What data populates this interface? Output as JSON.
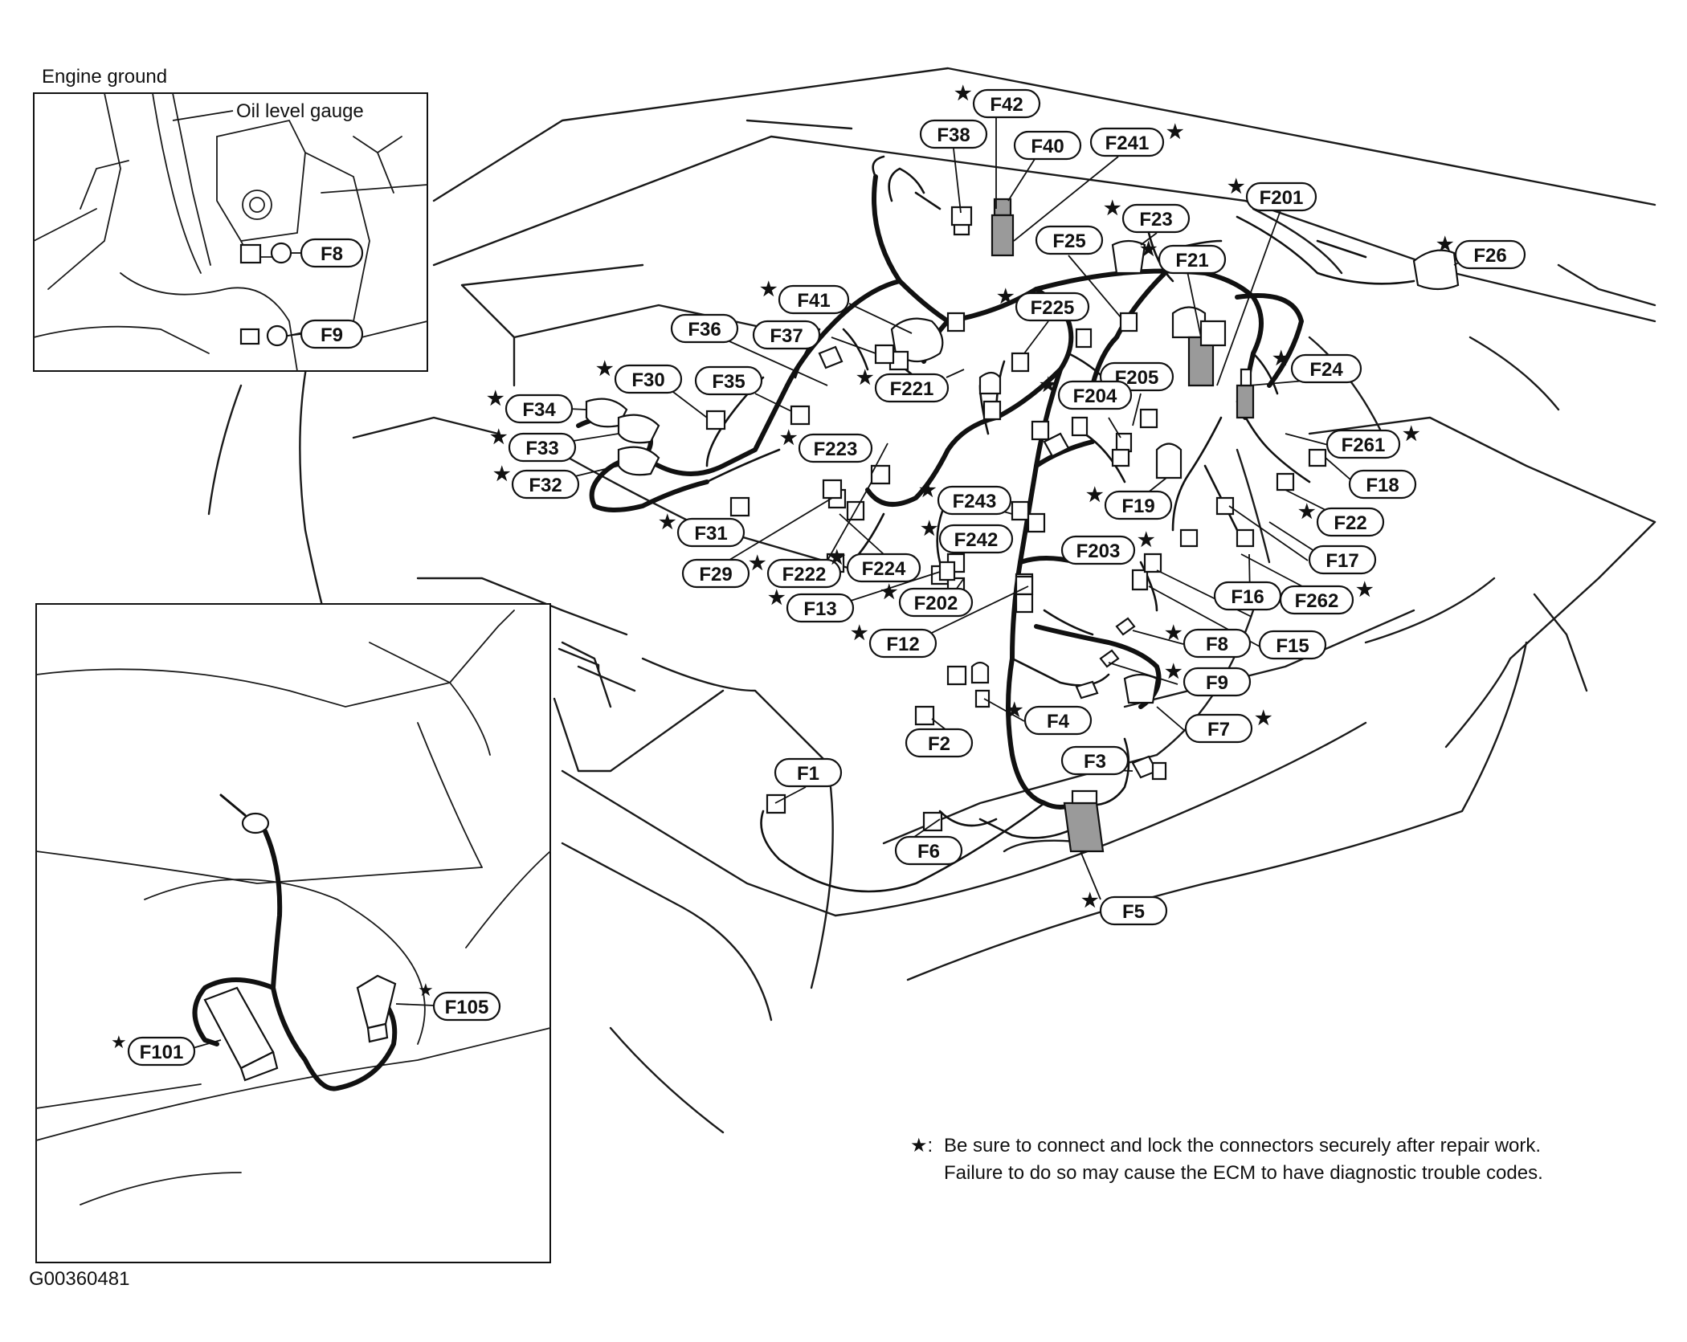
{
  "inset_top": {
    "title": "Engine ground",
    "label_oil": "Oil level gauge",
    "label_f8": "F8",
    "label_f9": "F9"
  },
  "inset_bottom": {
    "label_f101": "F101",
    "label_f105": "F105"
  },
  "connectors": [
    {
      "label": "F42",
      "star": true
    },
    {
      "label": "F38",
      "star": false
    },
    {
      "label": "F40",
      "star": false
    },
    {
      "label": "F241",
      "star": true
    },
    {
      "label": "F201",
      "star": true
    },
    {
      "label": "F23",
      "star": true
    },
    {
      "label": "F25",
      "star": false
    },
    {
      "label": "F21",
      "star": true
    },
    {
      "label": "F26",
      "star": true
    },
    {
      "label": "F41",
      "star": true
    },
    {
      "label": "F225",
      "star": true
    },
    {
      "label": "F36",
      "star": false
    },
    {
      "label": "F37",
      "star": false
    },
    {
      "label": "F30",
      "star": true
    },
    {
      "label": "F35",
      "star": false
    },
    {
      "label": "F221",
      "star": true
    },
    {
      "label": "F205",
      "star": false
    },
    {
      "label": "F24",
      "star": true
    },
    {
      "label": "F34",
      "star": true
    },
    {
      "label": "F204",
      "star": true
    },
    {
      "label": "F261",
      "star": true
    },
    {
      "label": "F33",
      "star": true
    },
    {
      "label": "F223",
      "star": true
    },
    {
      "label": "F18",
      "star": false
    },
    {
      "label": "F32",
      "star": true
    },
    {
      "label": "F243",
      "star": true
    },
    {
      "label": "F19",
      "star": true
    },
    {
      "label": "F22",
      "star": true
    },
    {
      "label": "F31",
      "star": true
    },
    {
      "label": "F242",
      "star": true
    },
    {
      "label": "F203",
      "star": true
    },
    {
      "label": "F17",
      "star": false
    },
    {
      "label": "F29",
      "star": false
    },
    {
      "label": "F222",
      "star": true
    },
    {
      "label": "F224",
      "star": true
    },
    {
      "label": "F16",
      "star": false
    },
    {
      "label": "F262",
      "star": true
    },
    {
      "label": "F13",
      "star": true
    },
    {
      "label": "F202",
      "star": true
    },
    {
      "label": "F12",
      "star": true
    },
    {
      "label": "F8",
      "star": true
    },
    {
      "label": "F15",
      "star": false
    },
    {
      "label": "F9",
      "star": true
    },
    {
      "label": "F4",
      "star": true
    },
    {
      "label": "F7",
      "star": true
    },
    {
      "label": "F2",
      "star": false
    },
    {
      "label": "F3",
      "star": false
    },
    {
      "label": "F1",
      "star": false
    },
    {
      "label": "F6",
      "star": false
    },
    {
      "label": "F5",
      "star": true
    }
  ],
  "star_symbol": "★",
  "footnote": {
    "marker": "★:",
    "line1": "Be sure to connect and lock the connectors securely after repair work.",
    "line2": "Failure to do so may cause the ECM to have diagnostic trouble codes."
  },
  "figure_code": "G00360481"
}
